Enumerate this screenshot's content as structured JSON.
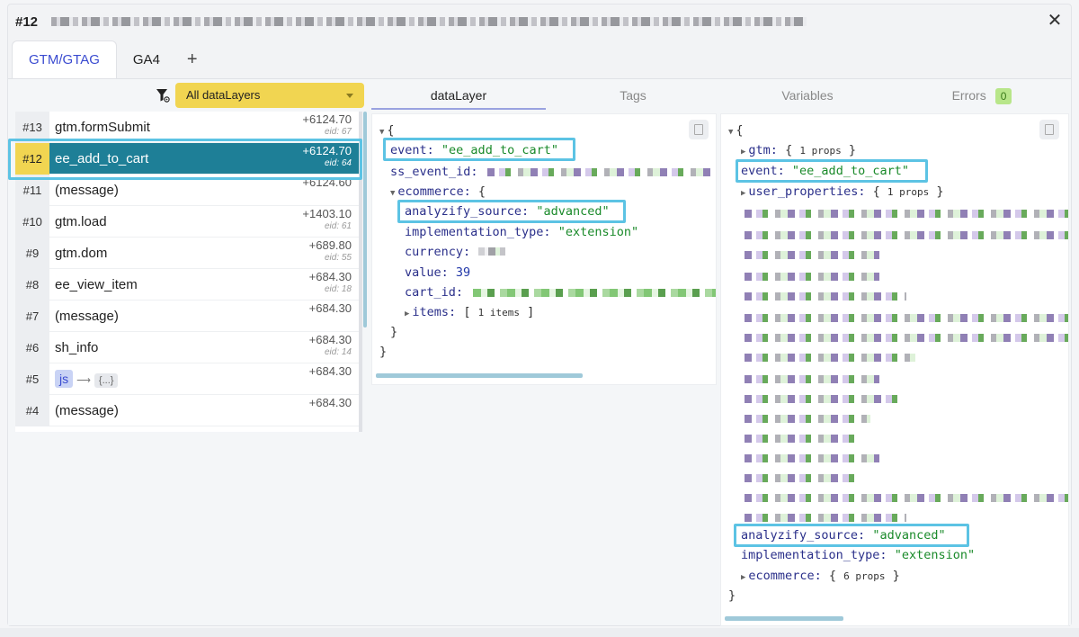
{
  "window": {
    "event_number": "#12",
    "close_glyph": "✕"
  },
  "tabs": [
    {
      "label": "GTM/GTAG",
      "active": true
    },
    {
      "label": "GA4",
      "active": false
    }
  ],
  "tab_add_glyph": "+",
  "filter": {
    "selected": "All dataLayers"
  },
  "events": [
    {
      "num": "#13",
      "name": "gtm.formSubmit",
      "time": "+6124.70",
      "eid": "eid: 67"
    },
    {
      "num": "#12",
      "name": "ee_add_to_cart",
      "time": "+6124.70",
      "eid": "eid: 64",
      "selected": true
    },
    {
      "num": "#11",
      "name": "(message)",
      "time": "+6124.60",
      "eid": ""
    },
    {
      "num": "#10",
      "name": "gtm.load",
      "time": "+1403.10",
      "eid": "eid: 61"
    },
    {
      "num": "#9",
      "name": "gtm.dom",
      "time": "+689.80",
      "eid": "eid: 55"
    },
    {
      "num": "#8",
      "name": "ee_view_item",
      "time": "+684.30",
      "eid": "eid: 18"
    },
    {
      "num": "#7",
      "name": "(message)",
      "time": "+684.30",
      "eid": ""
    },
    {
      "num": "#6",
      "name": "sh_info",
      "time": "+684.30",
      "eid": "eid: 14"
    },
    {
      "num": "#5",
      "name": "",
      "time": "+684.30",
      "eid": "",
      "js": "js",
      "arrow": "⟶",
      "obj": "{...}"
    },
    {
      "num": "#4",
      "name": "(message)",
      "time": "+684.30",
      "eid": ""
    }
  ],
  "detail_tabs": [
    {
      "label": "dataLayer",
      "active": true
    },
    {
      "label": "Tags",
      "active": false
    },
    {
      "label": "Variables",
      "active": false
    },
    {
      "label": "Errors",
      "active": false,
      "badge": "0"
    }
  ],
  "datalayer": {
    "open_brace": "{",
    "close_brace": "}",
    "event_key": "event:",
    "event_val": "\"ee_add_to_cart\"",
    "ss_event_id_key": "ss_event_id:",
    "ecommerce_key": "ecommerce:",
    "ecommerce_open": "{",
    "analyzify_key": "analyzify_source:",
    "analyzify_val": "\"advanced\"",
    "impl_key": "implementation_type:",
    "impl_val": "\"extension\"",
    "currency_key": "currency:",
    "value_key": "value:",
    "value_val": "39",
    "cart_id_key": "cart_id:",
    "items_key": "items:",
    "items_badge": "1 items",
    "inner_close": "}",
    "bracket_open": "[",
    "bracket_close": "]"
  },
  "variables": {
    "open_brace": "{",
    "close_brace": "}",
    "gtm_key": "gtm:",
    "gtm_badge": "1 props",
    "event_key": "event:",
    "event_val": "\"ee_add_to_cart\"",
    "user_props_key": "user_properties:",
    "user_props_badge": "1 props",
    "analyzify_key": "analyzify_source:",
    "analyzify_val": "\"advanced\"",
    "impl_key": "implementation_type:",
    "impl_val": "\"extension\"",
    "ecommerce_key": "ecommerce:",
    "ecommerce_badge": "6 props"
  },
  "colors": {
    "accent_teal": "#1e7f97",
    "highlight_yellow": "#f1d551",
    "focus_box": "#5cc3e4",
    "tab_active_text": "#3a4bd0"
  }
}
